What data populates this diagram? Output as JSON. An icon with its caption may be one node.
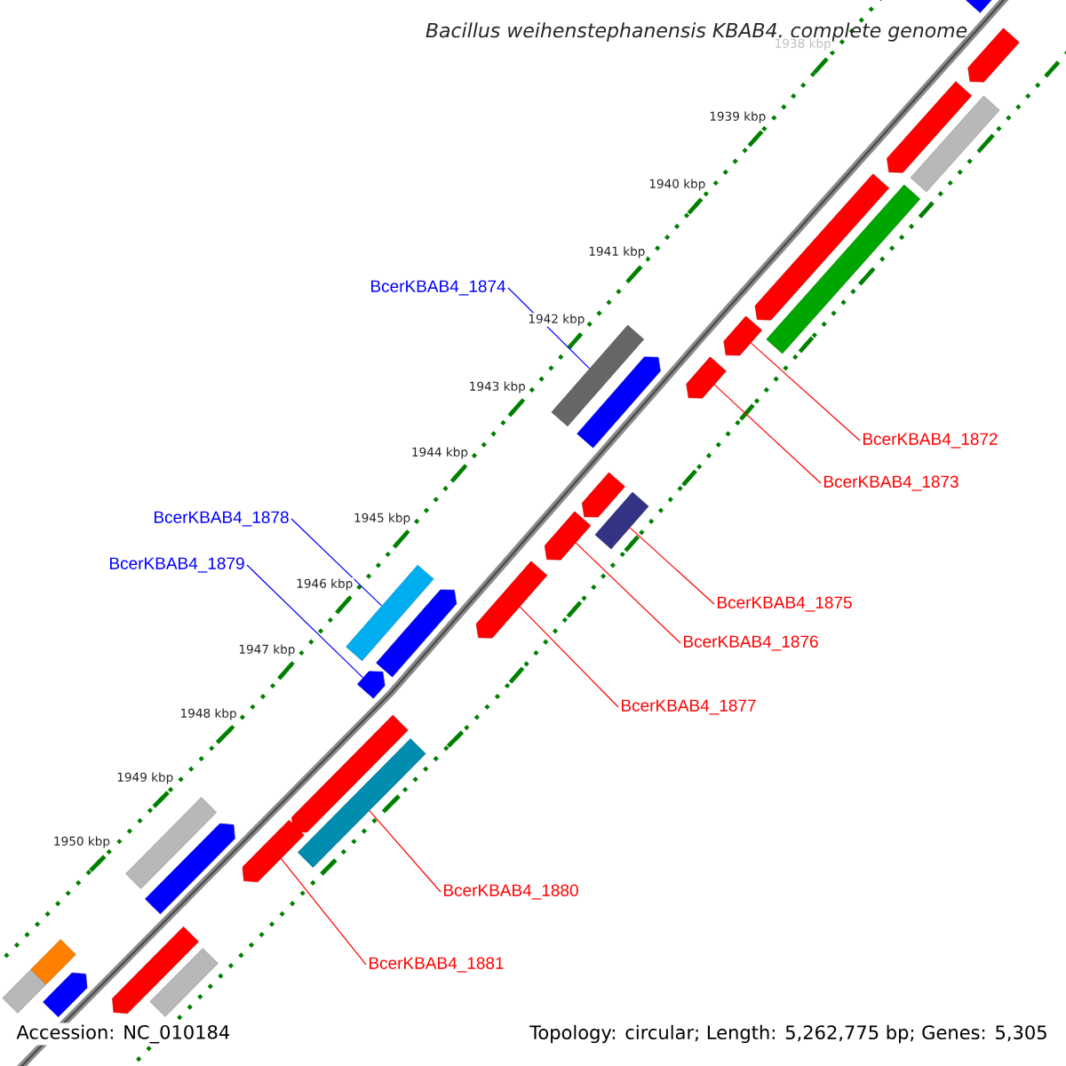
{
  "diagram": {
    "title": "Bacillus weihenstephanensis KBAB4, complete genome",
    "nodes": [
      {
        "text": [
          "BcerKBAB4_1874"
        ]
      },
      {
        "text": [
          "BcerKBAB4_1872"
        ]
      },
      {
        "text": [
          "BcerKBAB4_1873"
        ]
      },
      {
        "text": [
          "BcerKBAB4_1878"
        ]
      },
      {
        "text": [
          "BcerKBAB4_1879"
        ]
      },
      {
        "text": [
          "BcerKBAB4_1875"
        ]
      },
      {
        "text": [
          "BcerKBAB4_1876"
        ]
      },
      {
        "text": [
          "BcerKBAB4_1877"
        ]
      },
      {
        "text": [
          "BcerKBAB4_1880"
        ]
      },
      {
        "text": [
          "BcerKBAB4_1881"
        ]
      },
      {
        "text": [],
        "shape": "bar"
      },
      {
        "text": [],
        "shape": "bar"
      },
      {
        "text": [],
        "shape": "bar"
      },
      {
        "text": [],
        "shape": "bar"
      },
      {
        "text": [],
        "shape": "bar"
      },
      {
        "text": [],
        "shape": "bar"
      },
      {
        "text": [],
        "shape": "bar"
      },
      {
        "text": [],
        "shape": "bar"
      },
      {
        "text": [],
        "shape": "bar"
      },
      {
        "text": [],
        "shape": "bar"
      },
      {
        "text": [],
        "shape": "bar"
      },
      {
        "text": [],
        "shape": "bar"
      },
      {
        "text": [],
        "shape": "bar"
      },
      {
        "text": [],
        "shape": "bar"
      },
      {
        "text": [],
        "shape": "bar"
      },
      {
        "text": [],
        "shape": "bar"
      },
      {
        "text": [],
        "shape": "bar"
      },
      {
        "text": [],
        "shape": "bar"
      },
      {
        "text": [],
        "shape": "bar"
      },
      {
        "text": [],
        "shape": "bar"
      },
      {
        "text": [],
        "shape": "bar"
      },
      {
        "text": [],
        "shape": "bar"
      },
      {
        "text": [],
        "shape": "bar"
      },
      {
        "text": [],
        "shape": "bar"
      },
      {
        "text": [],
        "shape": "bar"
      },
      {
        "text": [],
        "shape": "bar"
      },
      {
        "text": [],
        "shape": "bar"
      }
    ],
    "edges": [
      {
        "from": 0,
        "to": 17,
        "arrow": "none",
        "color": "#0000ff"
      },
      {
        "from": 1,
        "to": 16,
        "arrow": "none"
      },
      {
        "from": 2,
        "to": 18,
        "arrow": "none"
      },
      {
        "from": 3,
        "to": 24,
        "arrow": "none",
        "color": "#0000ff"
      },
      {
        "from": 4,
        "to": 26,
        "arrow": "none",
        "color": "#0000ff"
      },
      {
        "from": 5,
        "to": 21,
        "arrow": "none"
      },
      {
        "from": 6,
        "to": 22,
        "arrow": "none"
      },
      {
        "from": 7,
        "to": 23,
        "arrow": "none"
      },
      {
        "from": 8,
        "to": 28,
        "arrow": "none"
      },
      {
        "from": 9,
        "to": 30,
        "arrow": "none"
      }
    ],
    "labels": [
      "1938 kbp",
      "1939 kbp",
      "1940 kbp",
      "1941 kbp",
      "1942 kbp",
      "1943 kbp",
      "1944 kbp",
      "1945 kbp",
      "1946 kbp",
      "1947 kbp",
      "1948 kbp",
      "1949 kbp",
      "1950 kbp",
      "Accession: NC_010184",
      "Topology: circular; Length: 5,262,775 bp; Genes: 5,305"
    ]
  }
}
